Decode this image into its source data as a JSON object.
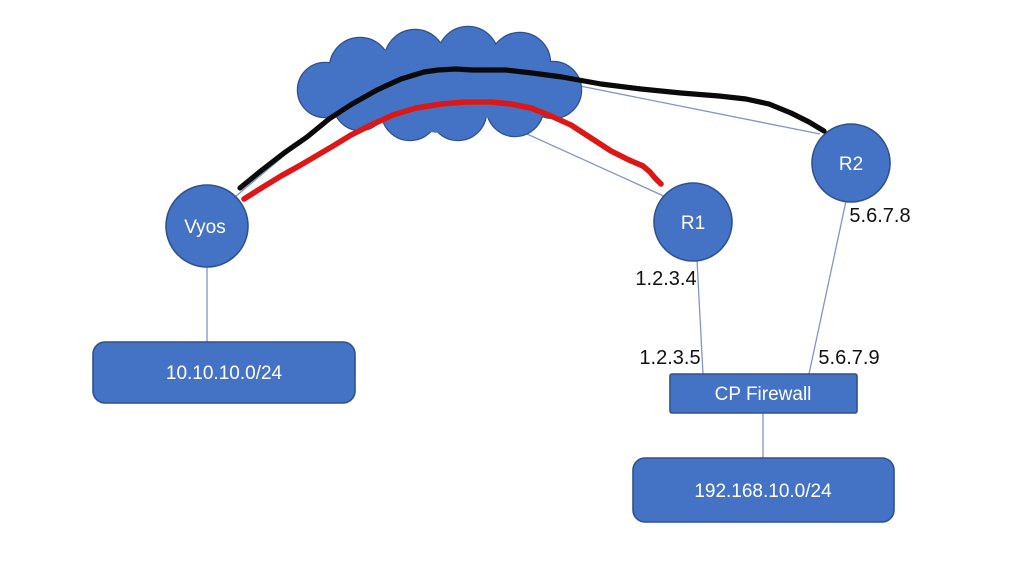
{
  "diagram": {
    "title": "VPN network topology",
    "colors": {
      "background": "#ffffff",
      "node_fill": "#4472C4",
      "node_border": "#2F528F",
      "connector_line": "#8096C6",
      "tunnel_primary": "#0a0a0a",
      "tunnel_secondary": "#DD1715",
      "node_text": "#ffffff",
      "ip_text": "#111111"
    },
    "nodes": {
      "vyos": {
        "label": "Vyos",
        "shape": "circle"
      },
      "r1": {
        "label": "R1",
        "shape": "circle"
      },
      "r2": {
        "label": "R2",
        "shape": "circle"
      },
      "internet_cloud": {
        "label": "",
        "shape": "cloud"
      },
      "lan_left": {
        "label": "10.10.10.0/24",
        "shape": "rounded-rect"
      },
      "cp_firewall": {
        "label": "CP Firewall",
        "shape": "rect"
      },
      "lan_right": {
        "label": "192.168.10.0/24",
        "shape": "rounded-rect"
      }
    },
    "ip_labels": {
      "r1_wan": "1.2.3.4",
      "r2_wan": "5.6.7.8",
      "fw_left": "1.2.3.5",
      "fw_right": "5.6.7.9"
    },
    "links": {
      "vyos_lan": "Vyos - 10.10.10.0/24",
      "vyos_cloud": "Vyos - Internet",
      "cloud_r1": "Internet - R1",
      "cloud_r2": "Internet - R2",
      "r1_fw": "R1 - CP Firewall",
      "r2_fw": "R2 - CP Firewall",
      "fw_lan": "CP Firewall - 192.168.10.0/24",
      "tunnel_black": "Tunnel Vyos - R2",
      "tunnel_red": "Tunnel Vyos - R1"
    }
  }
}
